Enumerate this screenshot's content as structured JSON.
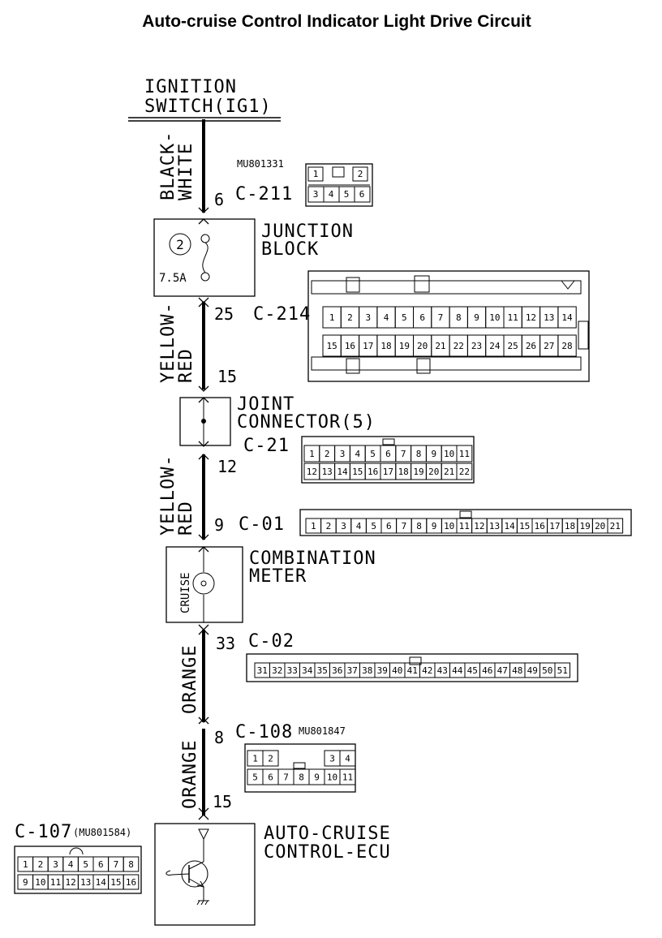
{
  "title": "Auto-cruise Control Indicator Light Drive Circuit",
  "ignition": {
    "line1": "IGNITION",
    "line2": "SWITCH(IG1)"
  },
  "wires": {
    "w1": {
      "line1": "BLACK-",
      "line2": "WHITE"
    },
    "w2": {
      "line1": "YELLOW-",
      "line2": "RED"
    },
    "w3": {
      "line1": "YELLOW-",
      "line2": "RED"
    },
    "w4": {
      "line1": "ORANGE"
    },
    "w5": {
      "line1": "ORANGE"
    }
  },
  "pins": {
    "p6": "6",
    "p25": "25",
    "p15a": "15",
    "p12": "12",
    "p9": "9",
    "p33": "33",
    "p8": "8",
    "p15b": "15"
  },
  "components": {
    "junction_block": {
      "line1": "JUNCTION",
      "line2": "BLOCK",
      "fuse_no": "2",
      "fuse_rating": "7.5A"
    },
    "joint_connector": {
      "line1": "JOINT",
      "line2": "CONNECTOR(5)"
    },
    "combination_meter": {
      "line1": "COMBINATION",
      "line2": "METER",
      "lamp_label": "CRUISE"
    },
    "ecu": {
      "line1": "AUTO-CRUISE",
      "line2": "CONTROL-ECU"
    }
  },
  "connectors": {
    "c211": {
      "id": "C-211",
      "part": "MU801331",
      "row1": [
        "1",
        "",
        "2"
      ],
      "row2": [
        "3",
        "4",
        "5",
        "6"
      ]
    },
    "c214": {
      "id": "C-214",
      "row1": [
        "1",
        "2",
        "3",
        "4",
        "5",
        "6",
        "7",
        "8",
        "9",
        "10",
        "11",
        "12",
        "13",
        "14"
      ],
      "row2": [
        "15",
        "16",
        "17",
        "18",
        "19",
        "20",
        "21",
        "22",
        "23",
        "24",
        "25",
        "26",
        "27",
        "28"
      ]
    },
    "c21": {
      "id": "C-21",
      "row1": [
        "1",
        "2",
        "3",
        "4",
        "5",
        "6",
        "7",
        "8",
        "9",
        "10",
        "11"
      ],
      "row2": [
        "12",
        "13",
        "14",
        "15",
        "16",
        "17",
        "18",
        "19",
        "20",
        "21",
        "22"
      ]
    },
    "c01": {
      "id": "C-01",
      "row1": [
        "1",
        "2",
        "3",
        "4",
        "5",
        "6",
        "7",
        "8",
        "9",
        "10",
        "11",
        "12",
        "13",
        "14",
        "15",
        "16",
        "17",
        "18",
        "19",
        "20",
        "21"
      ]
    },
    "c02": {
      "id": "C-02",
      "row1": [
        "31",
        "32",
        "33",
        "34",
        "35",
        "36",
        "37",
        "38",
        "39",
        "40",
        "41",
        "42",
        "43",
        "44",
        "45",
        "46",
        "47",
        "48",
        "49",
        "50",
        "51"
      ]
    },
    "c108": {
      "id": "C-108",
      "part": "MU801847",
      "row1": [
        "1",
        "2",
        "",
        "",
        "",
        "3",
        "4"
      ],
      "row2": [
        "5",
        "6",
        "7",
        "8",
        "9",
        "10",
        "11"
      ]
    },
    "c107": {
      "id": "C-107",
      "part": "(MU801584)",
      "row1": [
        "1",
        "2",
        "3",
        "4",
        "5",
        "6",
        "7",
        "8"
      ],
      "row2": [
        "9",
        "10",
        "11",
        "12",
        "13",
        "14",
        "15",
        "16"
      ]
    }
  }
}
